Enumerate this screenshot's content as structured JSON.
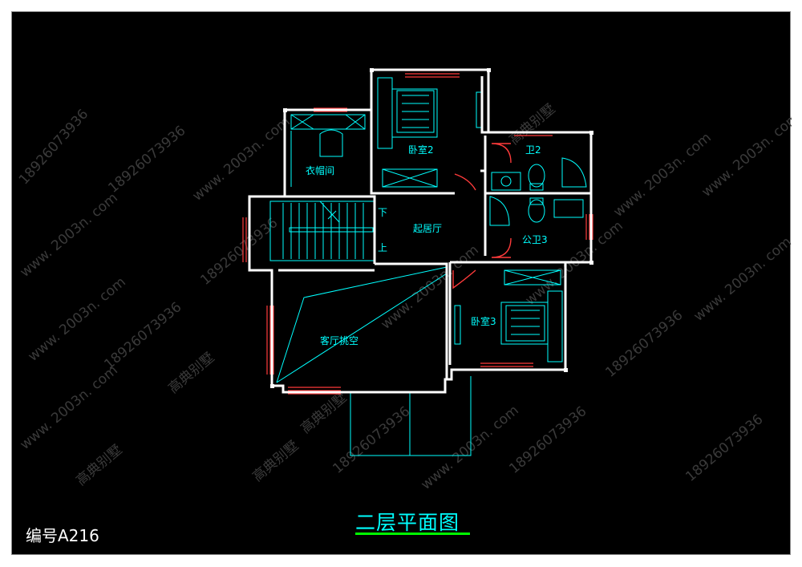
{
  "drawing": {
    "title": "二层平面图",
    "code": "编号A216"
  },
  "rooms": {
    "bedroom2": "卧室2",
    "cloakroom": "衣帽间",
    "bath2": "卫2",
    "living_room": "起居厅",
    "public_bath3": "公卫3",
    "hall_void": "客厅挑空",
    "bedroom3": "卧室3"
  },
  "stairs": {
    "down": "下",
    "up": "上"
  },
  "watermarks": {
    "phone": "18926073936",
    "site": "www. 2003n. com",
    "brand": "高典别墅"
  },
  "colors": {
    "background": "#000000",
    "wall": "#ffffff",
    "line": "#00ffff",
    "window": "#ff3b3b",
    "title_underline": "#00ff00"
  }
}
